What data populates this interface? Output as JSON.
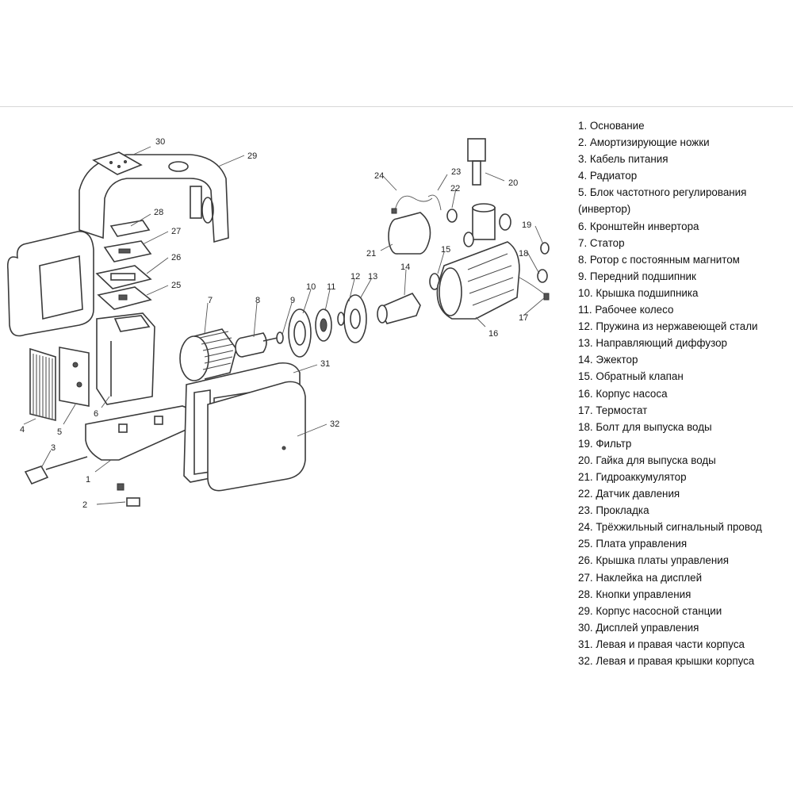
{
  "diagram": {
    "callouts": {
      "c1": "1",
      "c2": "2",
      "c3": "3",
      "c4": "4",
      "c5": "5",
      "c6": "6",
      "c7": "7",
      "c8": "8",
      "c9": "9",
      "c10": "10",
      "c11": "11",
      "c12": "12",
      "c13": "13",
      "c14": "14",
      "c15": "15",
      "c16": "16",
      "c17": "17",
      "c18": "18",
      "c19": "19",
      "c20": "20",
      "c21": "21",
      "c22": "22",
      "c23": "23",
      "c24": "24",
      "c25": "25",
      "c26": "26",
      "c27": "27",
      "c28": "28",
      "c29": "29",
      "c30": "30",
      "c31": "31",
      "c32": "32"
    }
  },
  "legend": [
    "1. Основание",
    "2. Амортизирующие ножки",
    "3. Кабель питания",
    "4. Радиатор",
    "5. Блок частотного регулирования",
    "(инвертор)",
    "6. Кронштейн инвертора",
    "7. Статор",
    "8. Ротор с постоянным магнитом",
    "9. Передний подшипник",
    "10. Крышка подшипника",
    "11. Рабочее колесо",
    "12. Пружина из нержавеющей стали",
    "13. Направляющий диффузор",
    "14. Эжектор",
    "15. Обратный клапан",
    "16. Корпус насоса",
    "17. Термостат",
    "18. Болт для выпуска воды",
    "19. Фильтр",
    "20. Гайка для выпуска воды",
    "21. Гидроаккумулятор",
    "22. Датчик давления",
    "23. Прокладка",
    "24. Трёхжильный сигнальный провод",
    "25. Плата управления",
    "26. Крышка платы управления",
    "27. Наклейка на дисплей",
    "28. Кнопки управления",
    "29. Корпус насосной станции",
    "30. Дисплей управления",
    "31. Левая и правая части корпуса",
    "32. Левая и правая крышки корпуса"
  ]
}
